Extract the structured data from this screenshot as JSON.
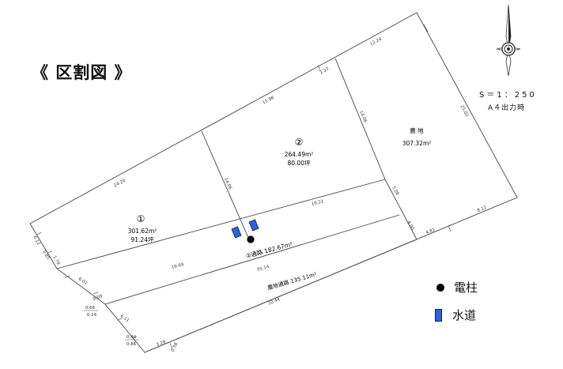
{
  "title": "《 区割図 》",
  "scale": {
    "ratio": "S＝1：250",
    "note": "A４出力時"
  },
  "icons": {
    "compass": "compass-rose-icon"
  },
  "colors": {
    "water": "#2f62d6",
    "pole": "#000000",
    "line": "#444444"
  },
  "legend": {
    "pole_label": "電柱",
    "water_label": "水道"
  },
  "lots": {
    "lot1": {
      "number": "①",
      "area": "301.62m²",
      "tsubo": "91.24坪"
    },
    "lot2": {
      "number": "②",
      "area": "264.49m²",
      "tsubo": "80.00坪"
    },
    "farmland": {
      "name": "農 地",
      "area": "307.32m²"
    },
    "road2": {
      "label": "②通路 182.67m²"
    },
    "farm_road": {
      "label": "農地通路 135.11m²"
    }
  },
  "dimensions": {
    "top_left": "24.20",
    "top_mid": "15.96",
    "top_small": "2.27",
    "top_right": "12.24",
    "right_side": "25.02",
    "right_bottom": "8.12",
    "divider1": "14.06",
    "divider2": "14.06",
    "road_upper": "19.21",
    "road_lower": "19.69",
    "road_mid": "35.14",
    "farm_road_len": "32.44",
    "right_short": "5.06",
    "right_road_width": "4.00",
    "bottom_right": "4.81",
    "left_a": "6.12",
    "left_b": "0.85",
    "left_c": "1.79",
    "left_d": "6.02",
    "left_e": "0.09",
    "left_f": "0.66",
    "left_g": "0.14",
    "left_h": "6.11",
    "left_i": "0.44",
    "left_j": "0.86",
    "left_k": "3.29",
    "left_l": "0.58"
  }
}
